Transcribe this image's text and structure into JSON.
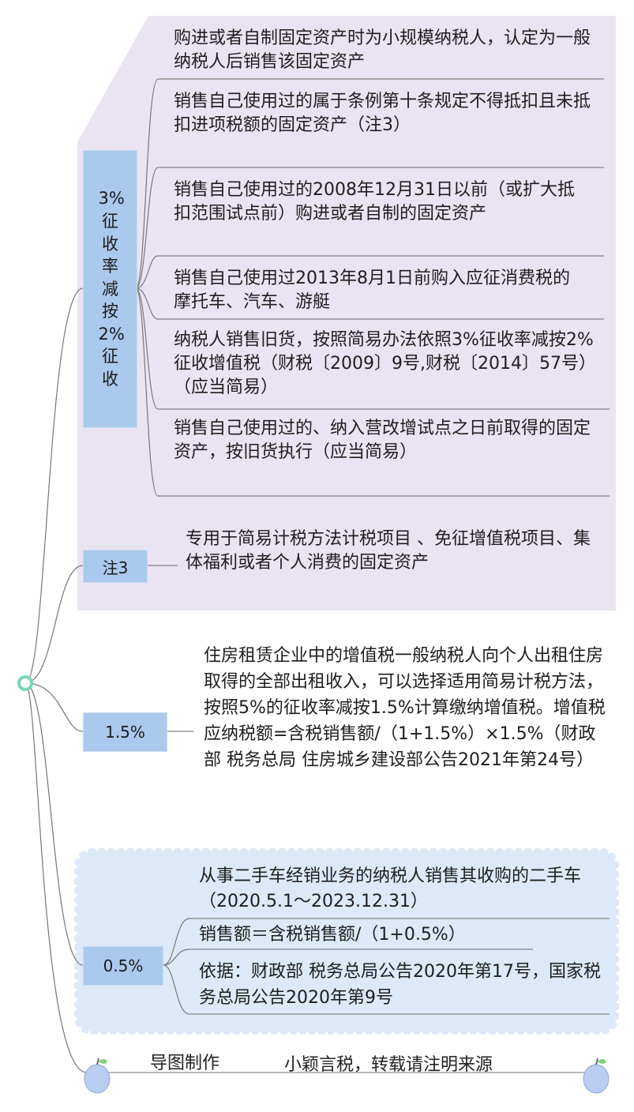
{
  "colors": {
    "group1_bg": "#eae4f2",
    "group2_bg": "#dde9f8",
    "node_bg": "#aac9ec",
    "root": "#78d6b8"
  },
  "branches": {
    "b3": {
      "label": "3%征收率减按2%征收",
      "items": [
        "购进或者自制固定资产时为小规模纳税人，认定为一般纳税人后销售该固定资产",
        "销售自己使用过的属于条例第十条规定不得抵扣且未抵扣进项税额的固定资产（注3）",
        "销售自己使用过的2008年12月31日以前（或扩大抵扣范围试点前）购进或者自制的固定资产",
        "销售自己使用过2013年8月1日前购入应征消费税的摩托车、汽车、游艇",
        "纳税人销售旧货，按照简易办法依照3%征收率减按2%征收增值税（财税〔2009〕9号,财税〔2014〕57号）（应当简易）",
        "销售自己使用过的、纳入营改增试点之日前取得的固定资产，按旧货执行（应当简易）"
      ]
    },
    "note3": {
      "label": "注3",
      "text": "专用于简易计税方法计税项目 、免征增值税项目、集体福利或者个人消费的固定资产"
    },
    "b15": {
      "label": "1.5%",
      "text": "住房租赁企业中的增值税一般纳税人向个人出租住房取得的全部出租收入，可以选择适用简易计税方法，按照5%的征收率减按1.5%计算缴纳增值税。增值税应纳税额=含税销售额/（1+1.5%）×1.5%（财政部 税务总局 住房城乡建设部公告2021年第24号）"
    },
    "b05": {
      "label": "0.5%",
      "items": [
        "从事二手车经销业务的纳税人销售其收购的二手车（2020.5.1～2023.12.31）",
        "销售额＝含税销售额/（1+0.5%）",
        "依据：财政部 税务总局公告2020年第17号，国家税务总局公告2020年第9号"
      ]
    }
  },
  "footer": {
    "left": "导图制作",
    "right": "小颖言税，转载请注明来源",
    "left_icon": "apple-icon",
    "right_icon": "apple-icon"
  }
}
